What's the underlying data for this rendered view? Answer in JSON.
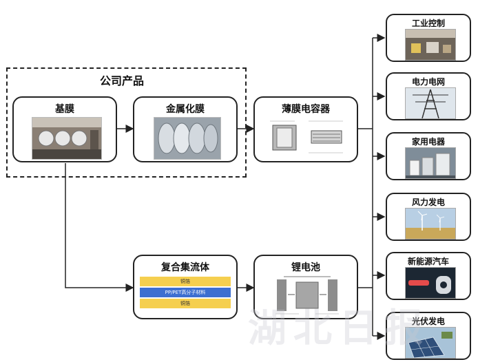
{
  "group": {
    "label": "公司产品"
  },
  "nodes": {
    "base_film": "基膜",
    "metallized_film": "金属化膜",
    "film_capacitor": "薄膜电容器",
    "composite_collector": "复合集流体",
    "lithium_battery": "锂电池"
  },
  "composite_layers": [
    "铜箔",
    "PP/PET高分子材料",
    "铜箔"
  ],
  "applications": [
    "工业控制",
    "电力电网",
    "家用电器",
    "风力发电",
    "新能源汽车",
    "光伏发电"
  ],
  "watermark": "湖北日报",
  "colors": {
    "copper_layer": "#f5cf4f",
    "polymer_layer": "#3d6fd0",
    "line": "#222222"
  }
}
